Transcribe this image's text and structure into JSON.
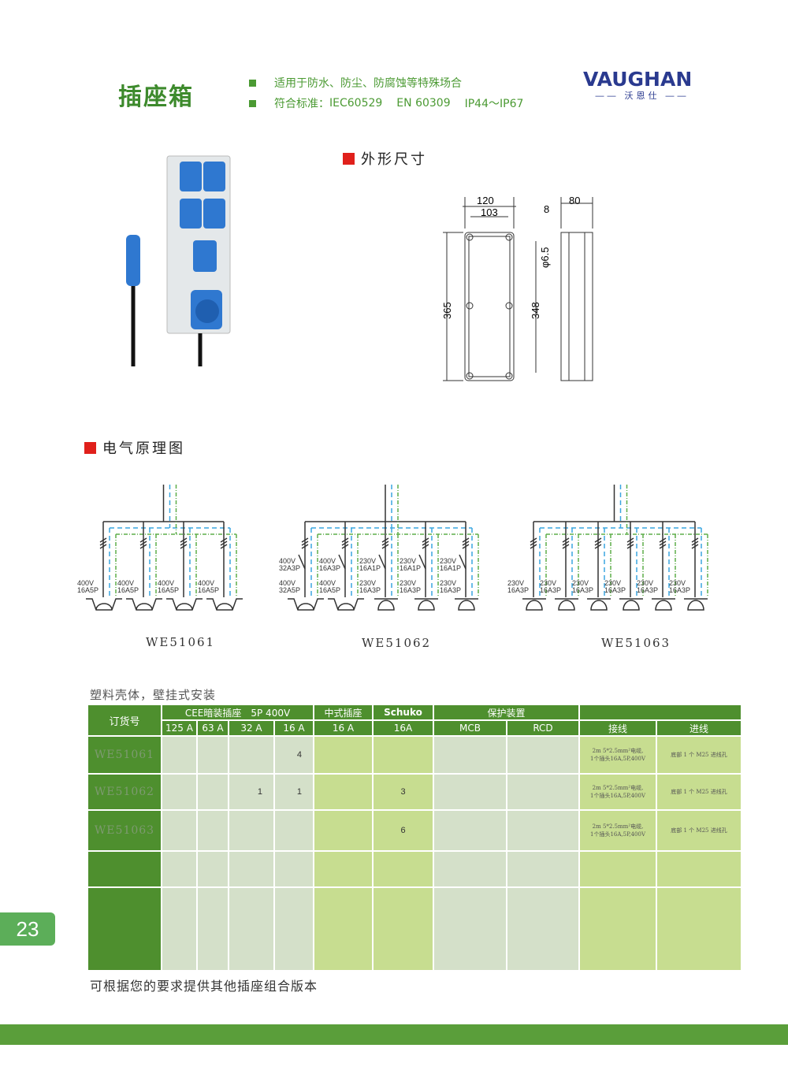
{
  "header": {
    "title": "插座箱",
    "features": [
      {
        "text": "适用于防水、防尘、防腐蚀等特殊场合"
      },
      {
        "label": "符合标准：",
        "standards": [
          "IEC60529",
          "EN 60309",
          "IP44～IP67"
        ]
      }
    ],
    "logo": {
      "word": "VAUGHAN",
      "cn": "沃恩仕"
    }
  },
  "dimensions": {
    "title": "外形尺寸",
    "width": "120",
    "inner_width": "103",
    "depth": "80",
    "wall": "8",
    "hole": "φ6.5",
    "height": "365",
    "inner_height": "348"
  },
  "schematic": {
    "title": "电气原理图",
    "diagrams": [
      {
        "model": "WE51061",
        "labels": [
          [
            "400V",
            "16A5P"
          ],
          [
            "400V",
            "16A5P"
          ],
          [
            "400V",
            "16A5P"
          ],
          [
            "400V",
            "16A5P"
          ]
        ]
      },
      {
        "model": "WE51062",
        "breakers": [
          [
            "400V",
            "32A3P"
          ],
          [
            "400V",
            "16A3P"
          ],
          [
            "230V",
            "16A1P"
          ],
          [
            "230V",
            "16A1P"
          ],
          [
            "230V",
            "16A1P"
          ]
        ],
        "labels": [
          [
            "400V",
            "32A5P"
          ],
          [
            "400V",
            "16A5P"
          ],
          [
            "230V",
            "16A3P"
          ],
          [
            "230V",
            "16A3P"
          ],
          [
            "230V",
            "16A3P"
          ]
        ]
      },
      {
        "model": "WE51063",
        "labels": [
          [
            "230V",
            "16A3P"
          ],
          [
            "230V",
            "16A3P"
          ],
          [
            "230V",
            "16A3P"
          ],
          [
            "230V",
            "16A3P"
          ],
          [
            "230V",
            "16A3P"
          ],
          [
            "230V",
            "16A3P"
          ]
        ]
      }
    ]
  },
  "table": {
    "caption": "塑料壳体，壁挂式安装",
    "headers": {
      "order": "订货号",
      "cee": "CEE暗装插座　5P 400V",
      "cn_socket": "中式插座",
      "schuko": "Schuko",
      "protection": "保护装置",
      "cee_125": "125 A",
      "cee_63": "63 A",
      "cee_32": "32 A",
      "cee_16": "16 A",
      "cn_16": "16 A",
      "schuko_16": "16A",
      "mcb": "MCB",
      "rcd": "RCD",
      "wiring": "接线",
      "inlet": "进线"
    },
    "rows": [
      {
        "order": "WE51061",
        "cee_125": "",
        "cee_63": "",
        "cee_32": "",
        "cee_16": "4",
        "cn_16": "",
        "schuko_16": "",
        "mcb": "",
        "rcd": "",
        "wiring1": "2m 5*2.5mm²电缆,",
        "wiring2": "1个插头16A,5P,400V",
        "inlet": "底部 1 个 M25 进线孔"
      },
      {
        "order": "WE51062",
        "cee_125": "",
        "cee_63": "",
        "cee_32": "1",
        "cee_16": "1",
        "cn_16": "",
        "schuko_16": "3",
        "mcb": "",
        "rcd": "",
        "wiring1": "2m 5*2.5mm²电缆,",
        "wiring2": "1个插头16A,5P,400V",
        "inlet": "底部 1 个 M25 进线孔"
      },
      {
        "order": "WE51063",
        "cee_125": "",
        "cee_63": "",
        "cee_32": "",
        "cee_16": "",
        "cn_16": "",
        "schuko_16": "6",
        "mcb": "",
        "rcd": "",
        "wiring1": "2m 5*2.5mm²电缆,",
        "wiring2": "1个插头16A,5P,400V",
        "inlet": "底部 1 个 M25 进线孔"
      }
    ],
    "footnote": "可根据您的要求提供其他插座组合版本"
  },
  "page_number": "23",
  "colors": {
    "green": "#4e8f2e",
    "light_green": "#c7dd90",
    "grey_green": "#d4e0c9",
    "red": "#e0201b",
    "blue": "#2a3a8f"
  }
}
